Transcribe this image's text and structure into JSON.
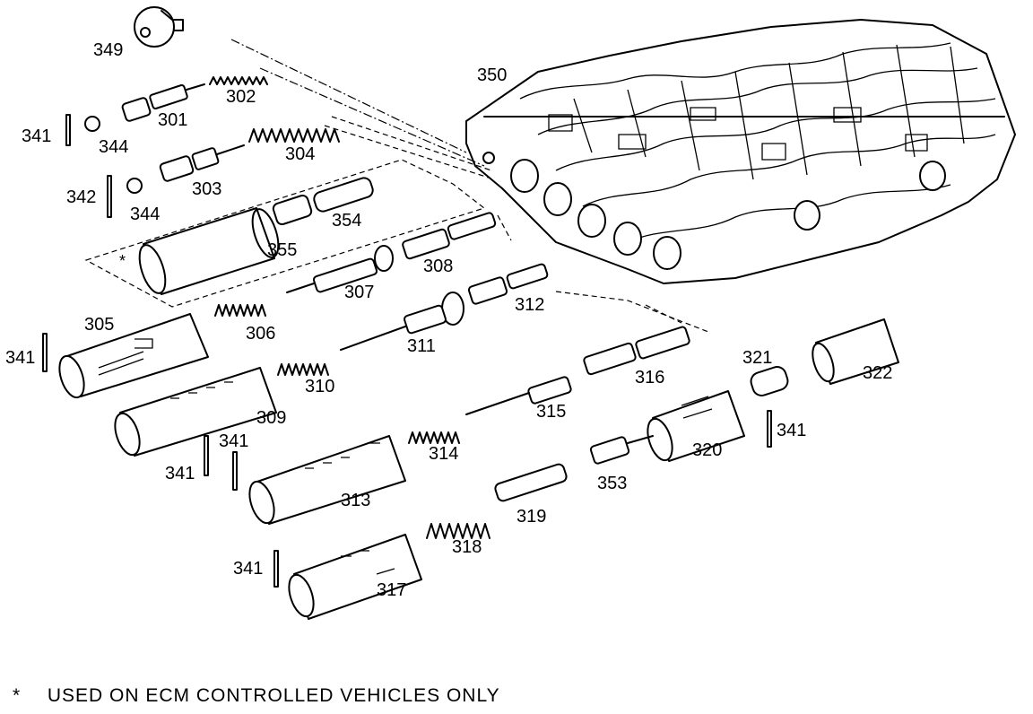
{
  "diagram": {
    "parts": [
      {
        "id": "349",
        "label": "349"
      },
      {
        "id": "350",
        "label": "350"
      },
      {
        "id": "302",
        "label": "302"
      },
      {
        "id": "301",
        "label": "301"
      },
      {
        "id": "341a",
        "label": "341"
      },
      {
        "id": "344a",
        "label": "344"
      },
      {
        "id": "304",
        "label": "304"
      },
      {
        "id": "303",
        "label": "303"
      },
      {
        "id": "342",
        "label": "342"
      },
      {
        "id": "344b",
        "label": "344"
      },
      {
        "id": "354",
        "label": "354"
      },
      {
        "id": "355",
        "label": "355"
      },
      {
        "id": "308",
        "label": "308"
      },
      {
        "id": "307",
        "label": "307"
      },
      {
        "id": "312",
        "label": "312"
      },
      {
        "id": "305",
        "label": "305"
      },
      {
        "id": "306",
        "label": "306"
      },
      {
        "id": "311",
        "label": "311"
      },
      {
        "id": "341b",
        "label": "341"
      },
      {
        "id": "310",
        "label": "310"
      },
      {
        "id": "321",
        "label": "321"
      },
      {
        "id": "322",
        "label": "322"
      },
      {
        "id": "316",
        "label": "316"
      },
      {
        "id": "309",
        "label": "309"
      },
      {
        "id": "315",
        "label": "315"
      },
      {
        "id": "341c",
        "label": "341"
      },
      {
        "id": "341d",
        "label": "341"
      },
      {
        "id": "341e",
        "label": "341"
      },
      {
        "id": "314",
        "label": "314"
      },
      {
        "id": "320",
        "label": "320"
      },
      {
        "id": "313",
        "label": "313"
      },
      {
        "id": "353",
        "label": "353"
      },
      {
        "id": "319",
        "label": "319"
      },
      {
        "id": "318",
        "label": "318"
      },
      {
        "id": "341f",
        "label": "341"
      },
      {
        "id": "317",
        "label": "317"
      }
    ],
    "ecm_marker": "*"
  },
  "footnote": {
    "marker": "*",
    "text": "USED ON ECM CONTROLLED VEHICLES ONLY"
  }
}
